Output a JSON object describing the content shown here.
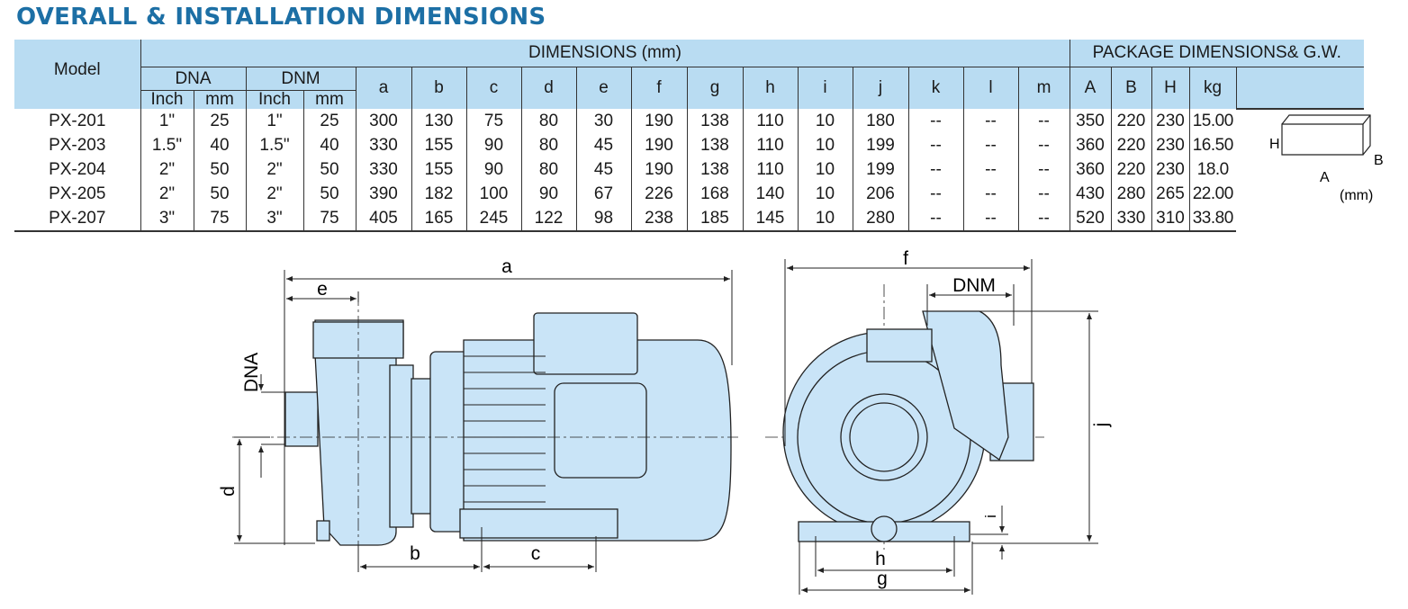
{
  "title": "OVERALL & INSTALLATION DIMENSIONS",
  "header": {
    "model": "Model",
    "dimensions": "DIMENSIONS (mm)",
    "package": "PACKAGE DIMENSIONS& G.W.",
    "dna": "DNA",
    "dnm": "DNM",
    "inch": "Inch",
    "mm": "mm",
    "letters": [
      "a",
      "b",
      "c",
      "d",
      "e",
      "f",
      "g",
      "h",
      "i",
      "j",
      "k",
      "l",
      "m"
    ],
    "pkg_letters": [
      "A",
      "B",
      "H",
      "kg"
    ]
  },
  "rows": [
    {
      "model": "PX-201",
      "dna_in": "1\"",
      "dna_mm": "25",
      "dnm_in": "1\"",
      "dnm_mm": "25",
      "dims": [
        "300",
        "130",
        "75",
        "80",
        "30",
        "190",
        "138",
        "110",
        "10",
        "180",
        "--",
        "--",
        "--"
      ],
      "pkg": [
        "350",
        "220",
        "230",
        "15.00"
      ]
    },
    {
      "model": "PX-203",
      "dna_in": "1.5\"",
      "dna_mm": "40",
      "dnm_in": "1.5\"",
      "dnm_mm": "40",
      "dims": [
        "330",
        "155",
        "90",
        "80",
        "45",
        "190",
        "138",
        "110",
        "10",
        "199",
        "--",
        "--",
        "--"
      ],
      "pkg": [
        "360",
        "220",
        "230",
        "16.50"
      ]
    },
    {
      "model": "PX-204",
      "dna_in": "2\"",
      "dna_mm": "50",
      "dnm_in": "2\"",
      "dnm_mm": "50",
      "dims": [
        "330",
        "155",
        "90",
        "80",
        "45",
        "190",
        "138",
        "110",
        "10",
        "199",
        "--",
        "--",
        "--"
      ],
      "pkg": [
        "360",
        "220",
        "230",
        "18.0"
      ]
    },
    {
      "model": "PX-205",
      "dna_in": "2\"",
      "dna_mm": "50",
      "dnm_in": "2\"",
      "dnm_mm": "50",
      "dims": [
        "390",
        "182",
        "100",
        "90",
        "67",
        "226",
        "168",
        "140",
        "10",
        "206",
        "--",
        "--",
        "--"
      ],
      "pkg": [
        "430",
        "280",
        "265",
        "22.00"
      ]
    },
    {
      "model": "PX-207",
      "dna_in": "3\"",
      "dna_mm": "75",
      "dnm_in": "3\"",
      "dnm_mm": "75",
      "dims": [
        "405",
        "165",
        "245",
        "122",
        "98",
        "238",
        "185",
        "145",
        "10",
        "280",
        "--",
        "--",
        "--"
      ],
      "pkg": [
        "520",
        "330",
        "310",
        "33.80"
      ]
    }
  ],
  "package_legend": {
    "h": "H",
    "b": "B",
    "a": "A",
    "unit": "(mm)"
  },
  "drawing_labels": {
    "a": "a",
    "e": "e",
    "dna": "DNA",
    "d": "d",
    "b": "b",
    "c": "c",
    "f": "f",
    "dnm": "DNM",
    "j": "j",
    "i": "i",
    "h": "h",
    "g": "g"
  },
  "colors": {
    "title": "#1c6fa5",
    "header_fill": "#b9dcf2",
    "pump_fill": "#c9e4f7"
  }
}
